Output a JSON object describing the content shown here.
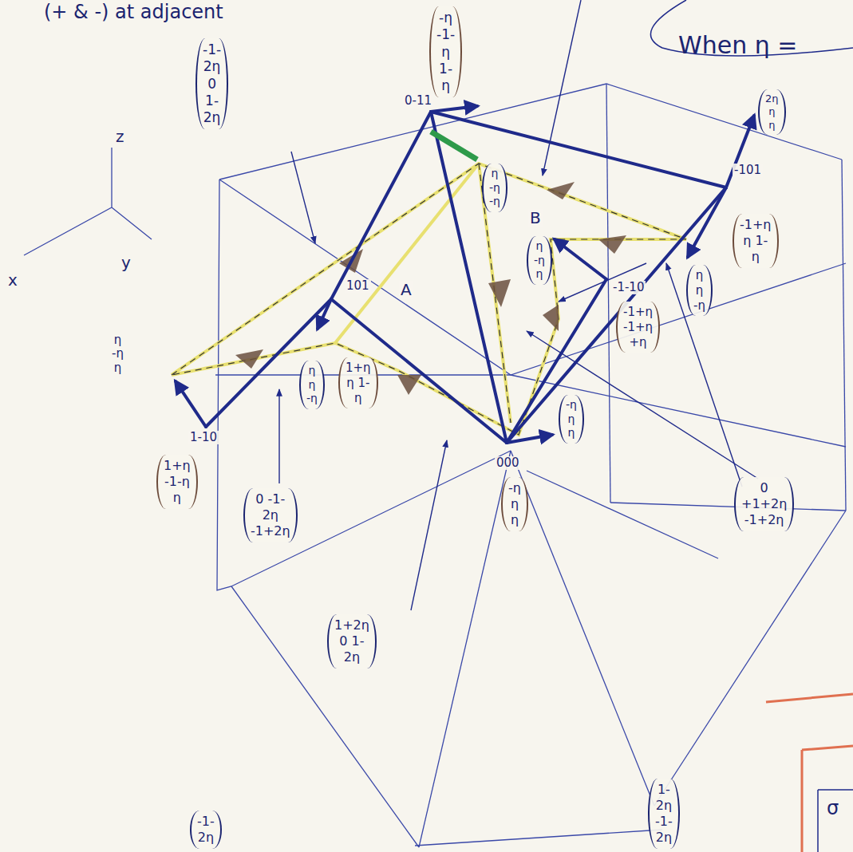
{
  "diagram": {
    "labels": [
      "(+ & -) at adjacent",
      "When η =",
      "z",
      "x",
      "y",
      "-1-2η 0 1-2η",
      "-η -1-η 1-η",
      "0-11",
      "101",
      "A",
      "B",
      "1-10",
      "000",
      "-101",
      "-1-10",
      "η -η -η",
      "η -η η",
      "2η η η",
      "-1+η η 1-η",
      "-1+η -1+η +η",
      "η η -η",
      "η -η η",
      "1+η -1-η η",
      "η η -η",
      "1+η η 1-η",
      "0 -1-2η -1+2η",
      "-η η η",
      "-η η η",
      "0 +1+2η -1+2η",
      "1+2η 0 1-2η",
      "-1-2η",
      "1-2η -1-2η",
      "σ"
    ]
  }
}
